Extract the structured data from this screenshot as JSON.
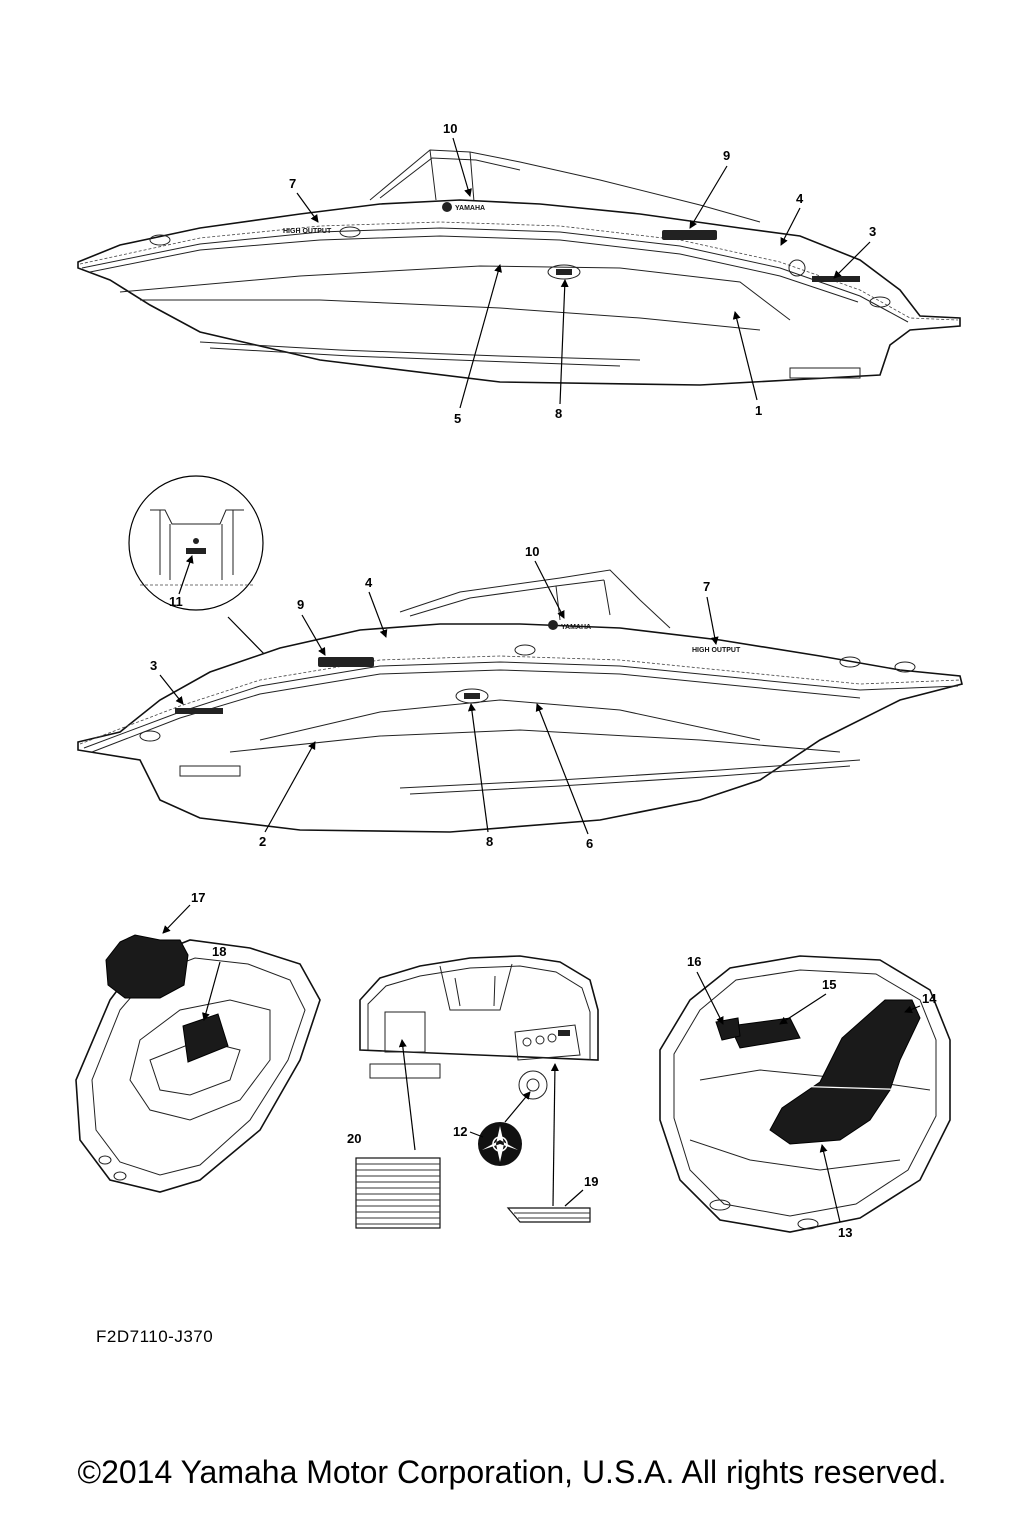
{
  "callouts": {
    "c1": "1",
    "c2": "2",
    "c3": "3",
    "c4": "4",
    "c5": "5",
    "c6": "6",
    "c7": "7",
    "c8": "8",
    "c9": "9",
    "c10": "10",
    "c11": "11",
    "c12": "12",
    "c13": "13",
    "c14": "14",
    "c15": "15",
    "c16": "16",
    "c17": "17",
    "c18": "18",
    "c19": "19",
    "c20": "20"
  },
  "decals": {
    "yamaha": "YAMAHA",
    "high_output": "HIGH OUTPUT"
  },
  "part_code": "F2D7110-J370",
  "copyright": "©2014 Yamaha Motor Corporation, U.S.A. All rights reserved."
}
